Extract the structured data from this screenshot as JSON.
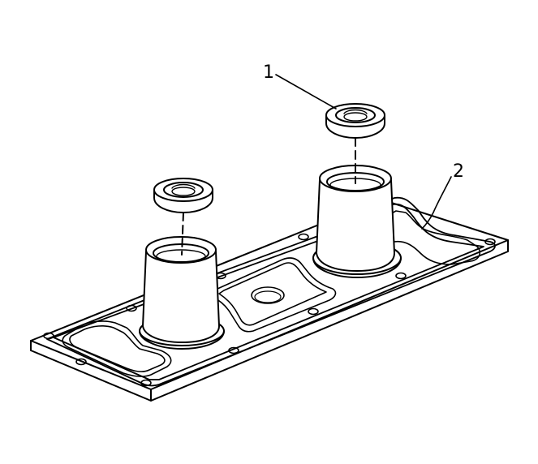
{
  "callouts": [
    {
      "id": "1",
      "label": "1",
      "part": "seal"
    },
    {
      "id": "2",
      "label": "2",
      "part": "gasket"
    }
  ],
  "colors": {
    "line": "#000000",
    "background": "#ffffff"
  }
}
